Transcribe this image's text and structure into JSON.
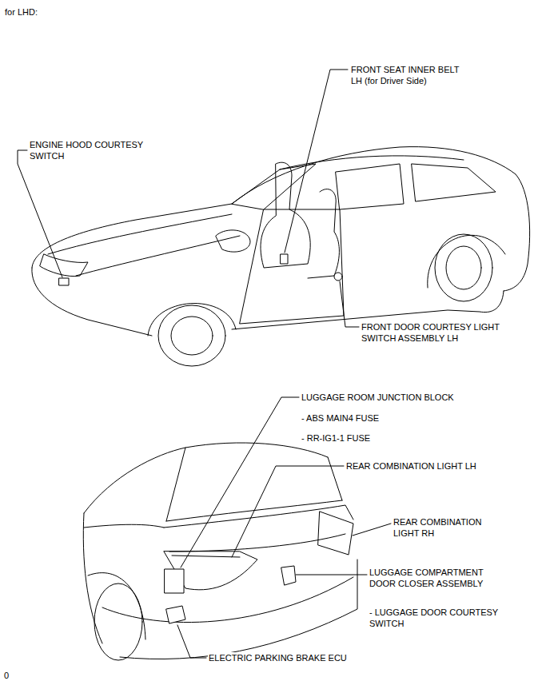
{
  "diagram": {
    "title": "for LHD:",
    "labels": [
      "ENGINE HOOD COURTESY SWITCH",
      "FRONT SEAT INNER BELT LH (for Driver Side)",
      "FRONT DOOR COURTESY LIGHT SWITCH ASSEMBLY LH",
      "LUGGAGE ROOM JUNCTION BLOCK",
      "- ABS MAIN4 FUSE",
      "- RR-IG1-1 FUSE",
      "REAR COMBINATION LIGHT LH",
      "REAR COMBINATION LIGHT RH",
      "LUGGAGE COMPARTMENT DOOR CLOSER ASSEMBLY",
      "- LUGGAGE DOOR COURTESY SWITCH",
      "ELECTRIC PARKING BRAKE ECU",
      "0"
    ]
  }
}
